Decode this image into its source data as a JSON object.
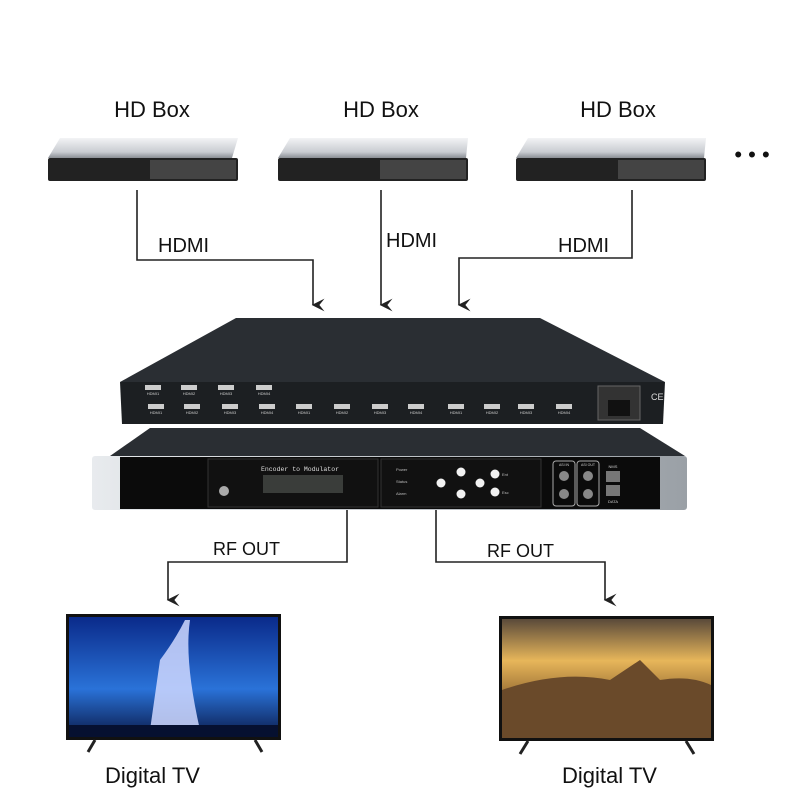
{
  "sources": [
    {
      "label": "HD Box",
      "link_label": "HDMI"
    },
    {
      "label": "HD Box",
      "link_label": "HDMI"
    },
    {
      "label": "HD Box",
      "link_label": "HDMI"
    }
  ],
  "more_indicator": "• • •",
  "device": {
    "front_title": "Encoder to Modulator",
    "rf_port_label": "RF OUT",
    "leds": [
      "Power",
      "Status",
      "Alarm"
    ],
    "buttons": [
      "Ent",
      "Esc"
    ],
    "asi_in": "ASI IN",
    "asi_out": "ASI OUT",
    "nms": "NMS",
    "data": "DATA",
    "rear_ports": [
      "HDMI1",
      "HDMI2",
      "HDMI3",
      "HDMI4"
    ],
    "ce_mark": "CE"
  },
  "outputs": [
    {
      "link_label": "RF OUT",
      "label": "Digital TV"
    },
    {
      "link_label": "RF OUT",
      "label": "Digital TV"
    }
  ],
  "colors": {
    "line": "#222222",
    "chassis": "#1c1f22",
    "panel": "#0b0b0b",
    "silver": "#c8ccd0"
  }
}
